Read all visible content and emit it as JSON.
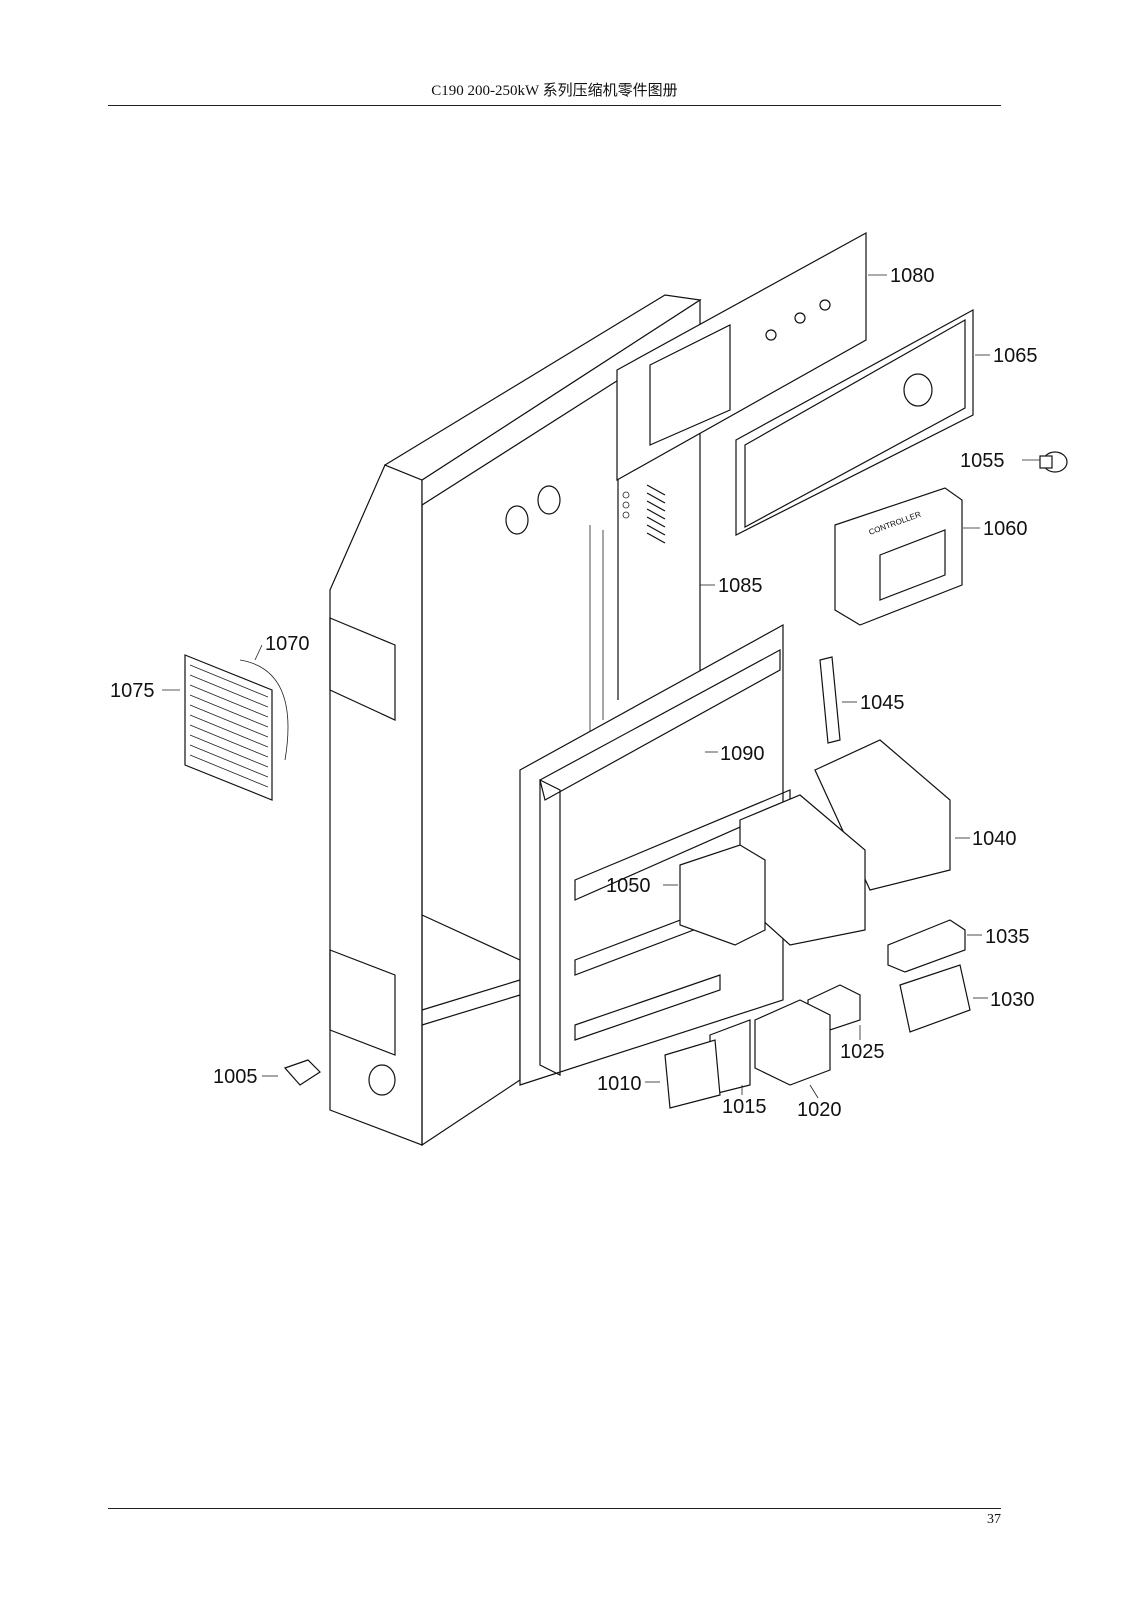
{
  "header": {
    "title": "C190 200-250kW 系列压缩机零件图册"
  },
  "footer": {
    "page_number": "37"
  },
  "diagram": {
    "part_callouts": [
      "1080",
      "1065",
      "1055",
      "1060",
      "1085",
      "1070",
      "1075",
      "1045",
      "1090",
      "1040",
      "1050",
      "1035",
      "1030",
      "1025",
      "1005",
      "1010",
      "1015",
      "1020"
    ],
    "controller_label": "CONTROLLER"
  }
}
